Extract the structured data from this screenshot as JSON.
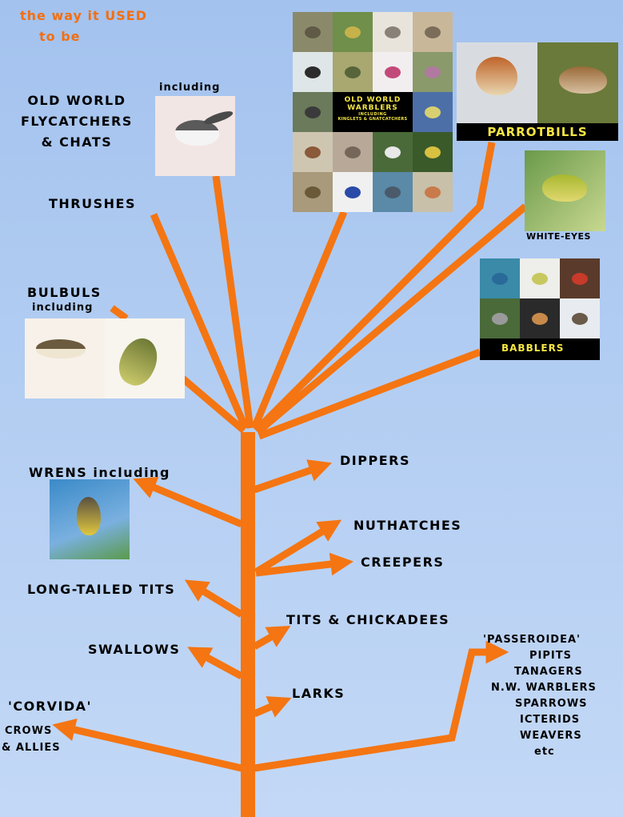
{
  "title": {
    "line1": "the way it USED",
    "line2": "to be"
  },
  "groups": {
    "old_world_flycatchers": {
      "line1": "OLD WORLD",
      "line2": "FLYCATCHERS",
      "line3": "& CHATS",
      "including": "including"
    },
    "thrushes": "THRUSHES",
    "bulbuls": {
      "name": "BULBULS",
      "including": "including"
    },
    "old_world_warblers": {
      "line1": "OLD WORLD",
      "line2": "WARBLERS",
      "sub1": "INCLUDING",
      "sub2": "KINGLETS & GNATCATCHERS"
    },
    "parrotbills": "PARROTBILLS",
    "white_eyes": "WHITE-EYES",
    "babblers": "BABBLERS",
    "wrens": "WRENS including",
    "dippers": "DIPPERS",
    "nuthatches": "NUTHATCHES",
    "creepers": "CREEPERS",
    "long_tailed_tits": "LONG-TAILED TITS",
    "tits_chickadees": "TITS & CHICKADEES",
    "swallows": "SWALLOWS",
    "larks": "LARKS",
    "corvida": {
      "name": "'CORVIDA'",
      "line1": "CROWS",
      "line2": "& ALLIES"
    },
    "passeroidea": {
      "name": "'PASSEROIDEA'",
      "members": [
        "PIPITS",
        "TANAGERS",
        "N.W. WARBLERS",
        "SPARROWS",
        "ICTERIDS",
        "WEAVERS",
        "etc"
      ]
    }
  },
  "colors": {
    "branch": "#f47512",
    "title": "#f26f10",
    "background": "#b2cdf2",
    "badge_text_yellow": "#f5e642"
  }
}
